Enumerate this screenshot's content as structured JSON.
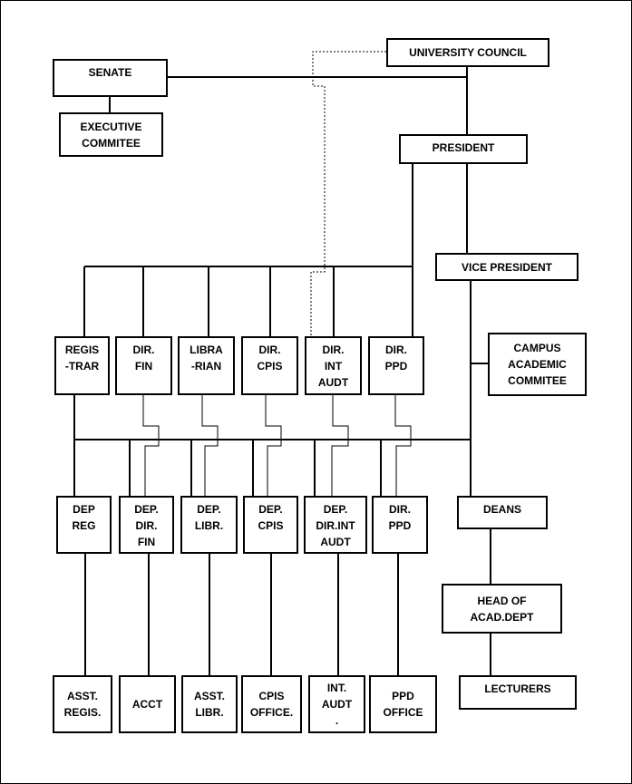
{
  "org_chart": {
    "university_council": [
      "UNIVERSITY COUNCIL"
    ],
    "senate": [
      "SENATE"
    ],
    "executive_committee": [
      "EXECUTIVE",
      "COMMITEE"
    ],
    "president": [
      "PRESIDENT"
    ],
    "vice_president": [
      "VICE PRESIDENT"
    ],
    "campus_academic_committee": [
      "CAMPUS",
      "ACADEMIC",
      "COMMITEE"
    ],
    "registrar": [
      "REGIS",
      "-TRAR"
    ],
    "dir_fin": [
      "DIR.",
      "FIN"
    ],
    "librarian": [
      "LIBRA",
      "-RIAN"
    ],
    "dir_cpis": [
      "DIR.",
      "CPIS"
    ],
    "dir_int_audt": [
      "DIR.",
      "INT",
      "AUDT"
    ],
    "dir_ppd": [
      "DIR.",
      "PPD"
    ],
    "dep_reg": [
      "DEP",
      "REG"
    ],
    "dep_dir_fin": [
      "DEP.",
      "DIR.",
      "FIN"
    ],
    "dep_libr": [
      "DEP.",
      "LIBR."
    ],
    "dep_cpis": [
      "DEP.",
      "CPIS"
    ],
    "dep_dir_int_audt": [
      "DEP.",
      "DIR.INT",
      "AUDT"
    ],
    "dir_ppd_lower": [
      "DIR.",
      "PPD"
    ],
    "deans": [
      "DEANS"
    ],
    "head_of_acad_dept": [
      "HEAD OF",
      "ACAD.DEPT"
    ],
    "asst_regis": [
      "ASST.",
      "REGIS."
    ],
    "acct": [
      "ACCT"
    ],
    "asst_libr": [
      "ASST.",
      "LIBR."
    ],
    "cpis_office": [
      "CPIS",
      "OFFICE."
    ],
    "int_audt_unit": [
      "INT.",
      "AUDT",
      "."
    ],
    "ppd_office": [
      "PPD",
      "OFFICE"
    ],
    "lecturers": [
      "LECTURERS"
    ]
  }
}
